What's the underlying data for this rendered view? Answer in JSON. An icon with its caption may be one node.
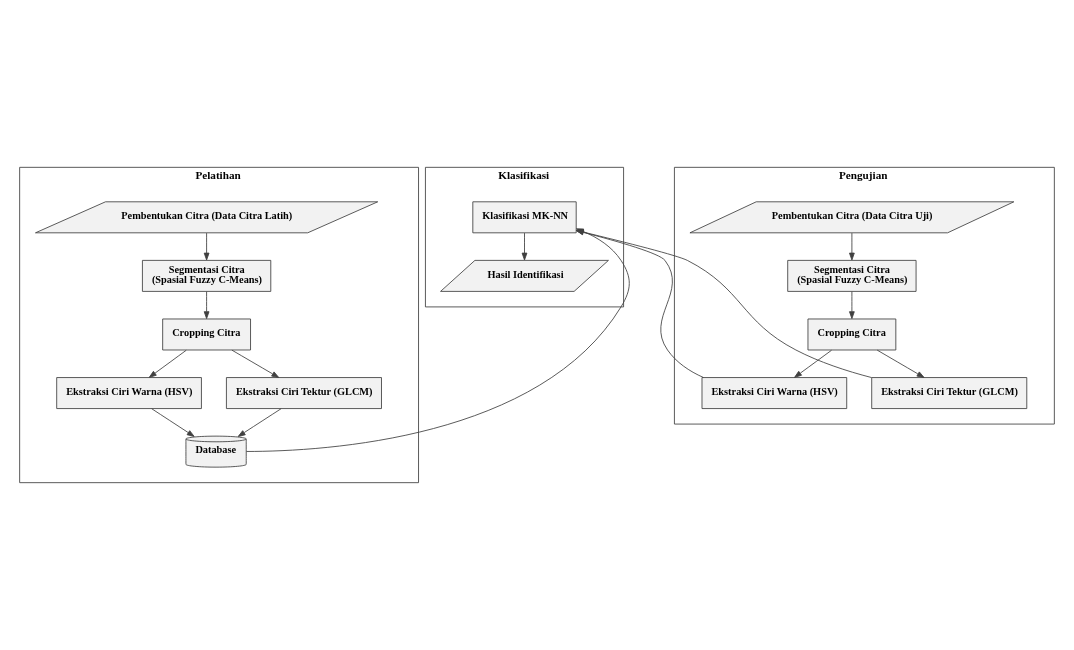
{
  "diagram": {
    "nodes": [
      {
        "text": [
          "Pelatihan"
        ]
      },
      {
        "text": [
          "Klasifikasi"
        ]
      },
      {
        "text": [
          "Pengujian"
        ]
      },
      {
        "text": [
          "Pembentukan Citra (Data Citra Latih)"
        ],
        "in": 0
      },
      {
        "text": [
          "Segmentasi Citra",
          "(Spasial Fuzzy C-Means)"
        ],
        "in": 0
      },
      {
        "text": [
          "Cropping Citra"
        ],
        "in": 0
      },
      {
        "text": [
          "Ekstraksi Ciri Warna (HSV)"
        ],
        "in": 0
      },
      {
        "text": [
          "Ekstraksi Ciri Tektur (GLCM)"
        ],
        "in": 0
      },
      {
        "text": [
          "Database"
        ],
        "in": 0
      },
      {
        "text": [
          "Klasifikasi MK-NN"
        ],
        "in": 1
      },
      {
        "text": [
          "Hasil Identifikasi"
        ],
        "in": 1
      },
      {
        "text": [
          "Pembentukan Citra (Data Citra Uji)"
        ],
        "in": 2
      },
      {
        "text": [
          "Segmentasi Citra",
          "(Spasial Fuzzy C-Means)"
        ],
        "in": 2
      },
      {
        "text": [
          "Cropping Citra"
        ],
        "in": 2
      },
      {
        "text": [
          "Ekstraksi Ciri Warna (HSV)"
        ],
        "in": 2
      },
      {
        "text": [
          "Ekstraksi Ciri Tektur (GLCM)"
        ],
        "in": 2
      }
    ],
    "edges": [
      {
        "from": 3,
        "to": 4,
        "arrow": "to"
      },
      {
        "from": 4,
        "to": 5,
        "arrow": "to"
      },
      {
        "from": 5,
        "to": 6,
        "arrow": "to"
      },
      {
        "from": 5,
        "to": 7,
        "arrow": "to"
      },
      {
        "from": 6,
        "to": 8,
        "arrow": "to"
      },
      {
        "from": 7,
        "to": 8,
        "arrow": "to"
      },
      {
        "from": 8,
        "to": 9,
        "arrow": "to"
      },
      {
        "from": 9,
        "to": 10,
        "arrow": "to"
      },
      {
        "from": 11,
        "to": 12,
        "arrow": "to"
      },
      {
        "from": 12,
        "to": 13,
        "arrow": "to"
      },
      {
        "from": 13,
        "to": 14,
        "arrow": "to"
      },
      {
        "from": 13,
        "to": 15,
        "arrow": "to"
      },
      {
        "from": 14,
        "to": 9,
        "arrow": "to"
      },
      {
        "from": 15,
        "to": 9,
        "arrow": "to"
      }
    ]
  }
}
